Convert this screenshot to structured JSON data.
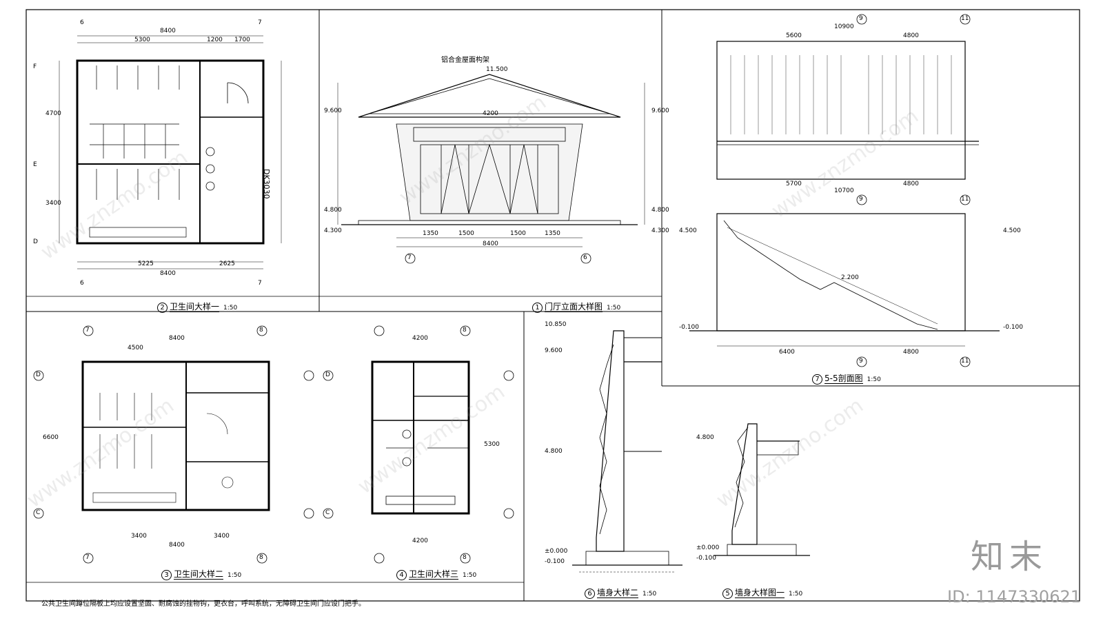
{
  "panels": {
    "p2": {
      "num": "2",
      "title": "卫生间大样一",
      "scale": "1:50"
    },
    "p1": {
      "num": "1",
      "title": "门厅立面大样图",
      "scale": "1:50"
    },
    "p7": {
      "num": "7",
      "title": "5-5剖面图",
      "scale": "1:50"
    },
    "p3": {
      "num": "3",
      "title": "卫生间大样二",
      "scale": "1:50"
    },
    "p4": {
      "num": "4",
      "title": "卫生间大样三",
      "scale": "1:50"
    },
    "p6": {
      "num": "6",
      "title": "墙身大样二",
      "scale": "1:50"
    },
    "p5": {
      "num": "5",
      "title": "墙身大样图一",
      "scale": "1:50"
    }
  },
  "dims": {
    "p2_total": "8400",
    "p2_a": "5300",
    "p2_b": "1200",
    "p2_c": "1700",
    "p2_bottom_a": "5225",
    "p2_bottom_b": "2625",
    "p2_height": "4700",
    "p2_h2": "3400",
    "p2_door": "DK3030",
    "p1_total": "8400",
    "p1_frame": "铝合金屋面构架",
    "p1_top": "11.500",
    "p1_lvl1": "9.600",
    "p1_lvl2": "4.800",
    "p1_lvl0": "4.300",
    "p1_w1": "1350",
    "p1_w2": "1500",
    "p1_w3": "4200",
    "p7_top": "10900",
    "p7_a": "5600",
    "p7_b": "4800",
    "p7_bot": "10700",
    "p7_c": "5700",
    "p7_lvl_a": "4.500",
    "p7_lvl_b": "-0.100",
    "p7_lvl_c": "2.200",
    "p7_base": "6400",
    "p3_total": "8400",
    "p3_a": "4500",
    "p3_b": "3400",
    "p3_h": "6600",
    "p4_total": "4200",
    "p4_h": "5300",
    "p6_top": "10.850",
    "p6_lvl1": "9.600",
    "p6_lvl2": "4.800",
    "p6_lvl0": "±0.000",
    "p6_lvl_neg": "-0.100",
    "p5_lvl1": "4.800",
    "p5_lvl0": "±0.000",
    "p5_lvl_neg": "-0.100"
  },
  "axes": {
    "six": "6",
    "seven": "7",
    "eight": "8",
    "nine": "9",
    "eleven": "11",
    "F": "F",
    "E": "E",
    "D": "D",
    "C": "C"
  },
  "note": "公共卫生间蹲位隔板上均应设置坚固、耐腐蚀的挂物钩，更衣台，呼叫系统，无障碍卫生间门应设门把手。",
  "watermark": {
    "logo": "知末",
    "id": "ID: 1147330621",
    "diag": "www.znzmo.com"
  }
}
